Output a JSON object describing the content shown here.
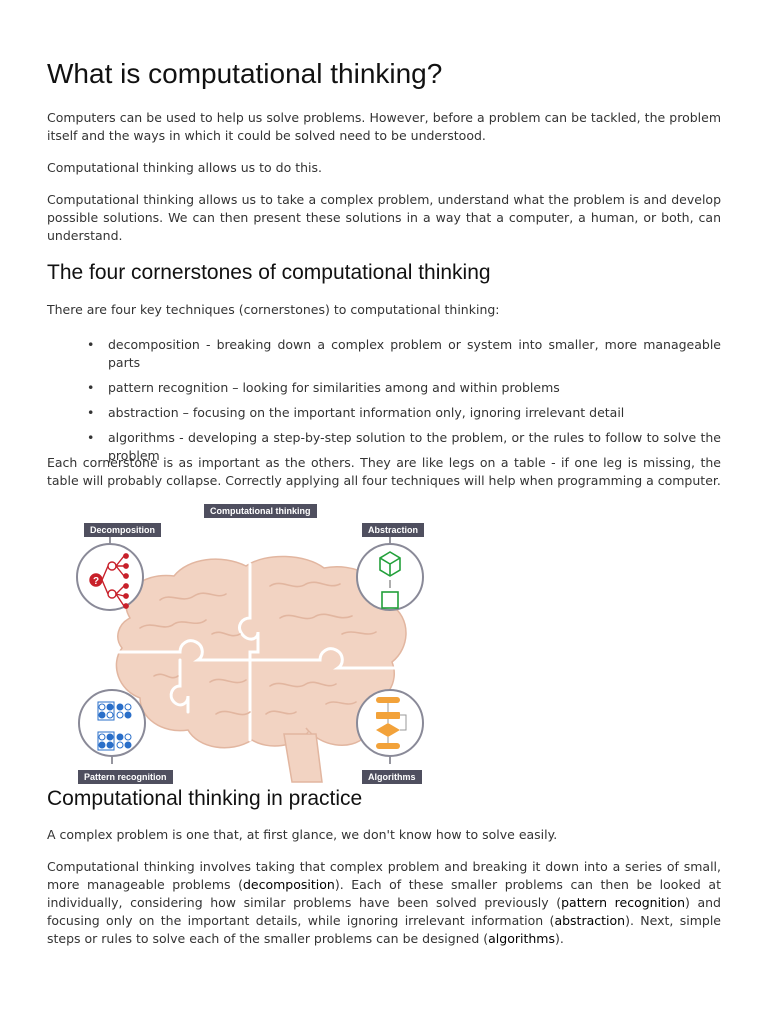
{
  "title": "What is computational thinking?",
  "intro_paragraphs": [
    "Computers can be used to help us solve problems. However, before a problem can be tackled, the problem itself and the ways in which it could be solved need to be understood.",
    "Computational thinking allows us to do this.",
    "Computational thinking allows us to take a complex problem, understand what the problem is and develop possible solutions. We can then present these solutions in a way that a computer, a human, or both, can understand."
  ],
  "cornerstones": {
    "heading": "The four cornerstones of computational thinking",
    "lead": "There are four key techniques (cornerstones) to computational thinking:",
    "bullet": "•",
    "items": [
      "decomposition - breaking down a complex problem or system into smaller, more manageable parts",
      "pattern recognition – looking for similarities among and within problems",
      "abstraction – focusing on the important information only, ignoring irrelevant detail",
      "algorithms - developing a step-by-step solution to the problem, or the rules to follow to solve the problem"
    ],
    "closing": "Each cornerstone is as important as the others. They are like legs on a table - if one leg is missing, the table will probably collapse. Correctly applying all four techniques will help when programming a computer."
  },
  "figure": {
    "labels": {
      "center": "Computational thinking",
      "decomposition": "Decomposition",
      "abstraction": "Abstraction",
      "pattern": "Pattern recognition",
      "algorithms": "Algorithms"
    },
    "colors": {
      "brain": "#f2d3c2",
      "brain_stroke": "#e2b6a0",
      "label_bg": "#4f4f5f",
      "decomposition": "#c8202a",
      "abstraction": "#22a03a",
      "pattern": "#2a6fc9",
      "algorithms": "#f2a23a",
      "circle_stroke": "#8a8a98"
    },
    "icons": {
      "decomposition": "tree-diagram-icon",
      "abstraction": "cube-to-square-icon",
      "pattern": "dot-grid-icon",
      "algorithms": "flowchart-icon"
    }
  },
  "practice": {
    "heading": "Computational thinking in practice",
    "p1": "A complex problem is one that, at first glance, we don't know how to solve easily.",
    "p2": {
      "t1": "Computational thinking involves taking that complex problem and breaking it down into a series of small, more manageable problems (",
      "term1": "decomposition",
      "t2": "). Each of these smaller problems can then be looked at individually, considering how similar problems have been solved previously (",
      "term2": "pattern recognition",
      "t3": ") and focusing only on the important details, while ignoring irrelevant information (",
      "term3": "abstraction",
      "t4": "). Next, simple steps or rules to solve each of the smaller problems can be designed (",
      "term4": "algorithms",
      "t5": ")."
    }
  }
}
